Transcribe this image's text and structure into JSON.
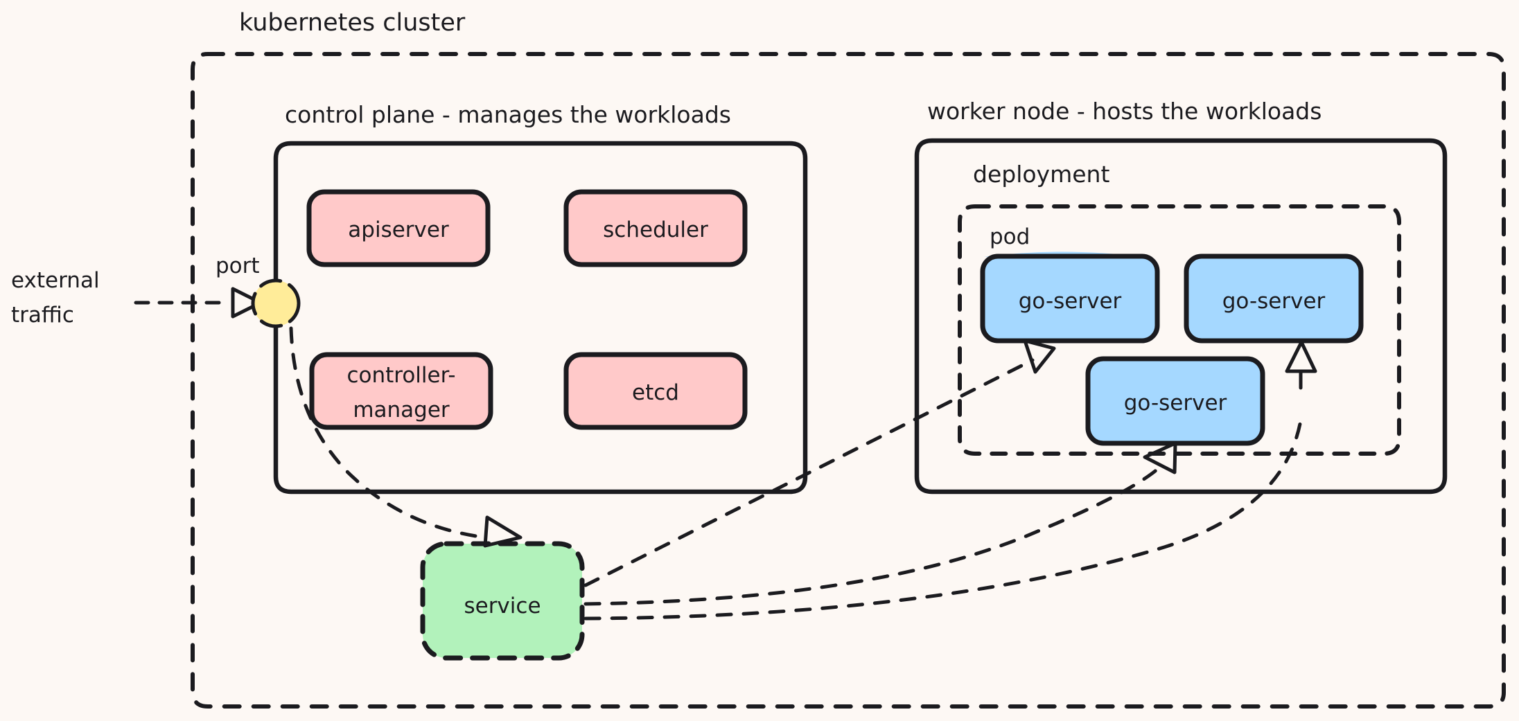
{
  "diagram": {
    "title": "kubernetes cluster",
    "background_color": "#fdf8f4",
    "stroke_color": "#1b1b1f",
    "external": {
      "line1": "external",
      "line2": "traffic"
    },
    "port_label": "port",
    "groups": {
      "cluster": "kubernetes cluster",
      "control_plane": "control plane - manages the workloads",
      "worker_node": "worker node - hosts the workloads",
      "deployment": "deployment",
      "pod": "pod"
    },
    "control_plane_nodes": [
      {
        "label": "apiserver",
        "color": "#ffc9c9"
      },
      {
        "label": "scheduler",
        "color": "#ffc9c9"
      },
      {
        "label": "controller-",
        "label2": "manager",
        "color": "#ffc9c9"
      },
      {
        "label": "etcd",
        "color": "#ffc9c9"
      }
    ],
    "pod_nodes": [
      {
        "label": "go-server",
        "color": "#a5d8ff"
      },
      {
        "label": "go-server",
        "color": "#a5d8ff"
      },
      {
        "label": "go-server",
        "color": "#a5d8ff"
      }
    ],
    "service": {
      "label": "service",
      "color": "#b2f2bb"
    },
    "port_node": {
      "color": "#ffec99"
    }
  }
}
